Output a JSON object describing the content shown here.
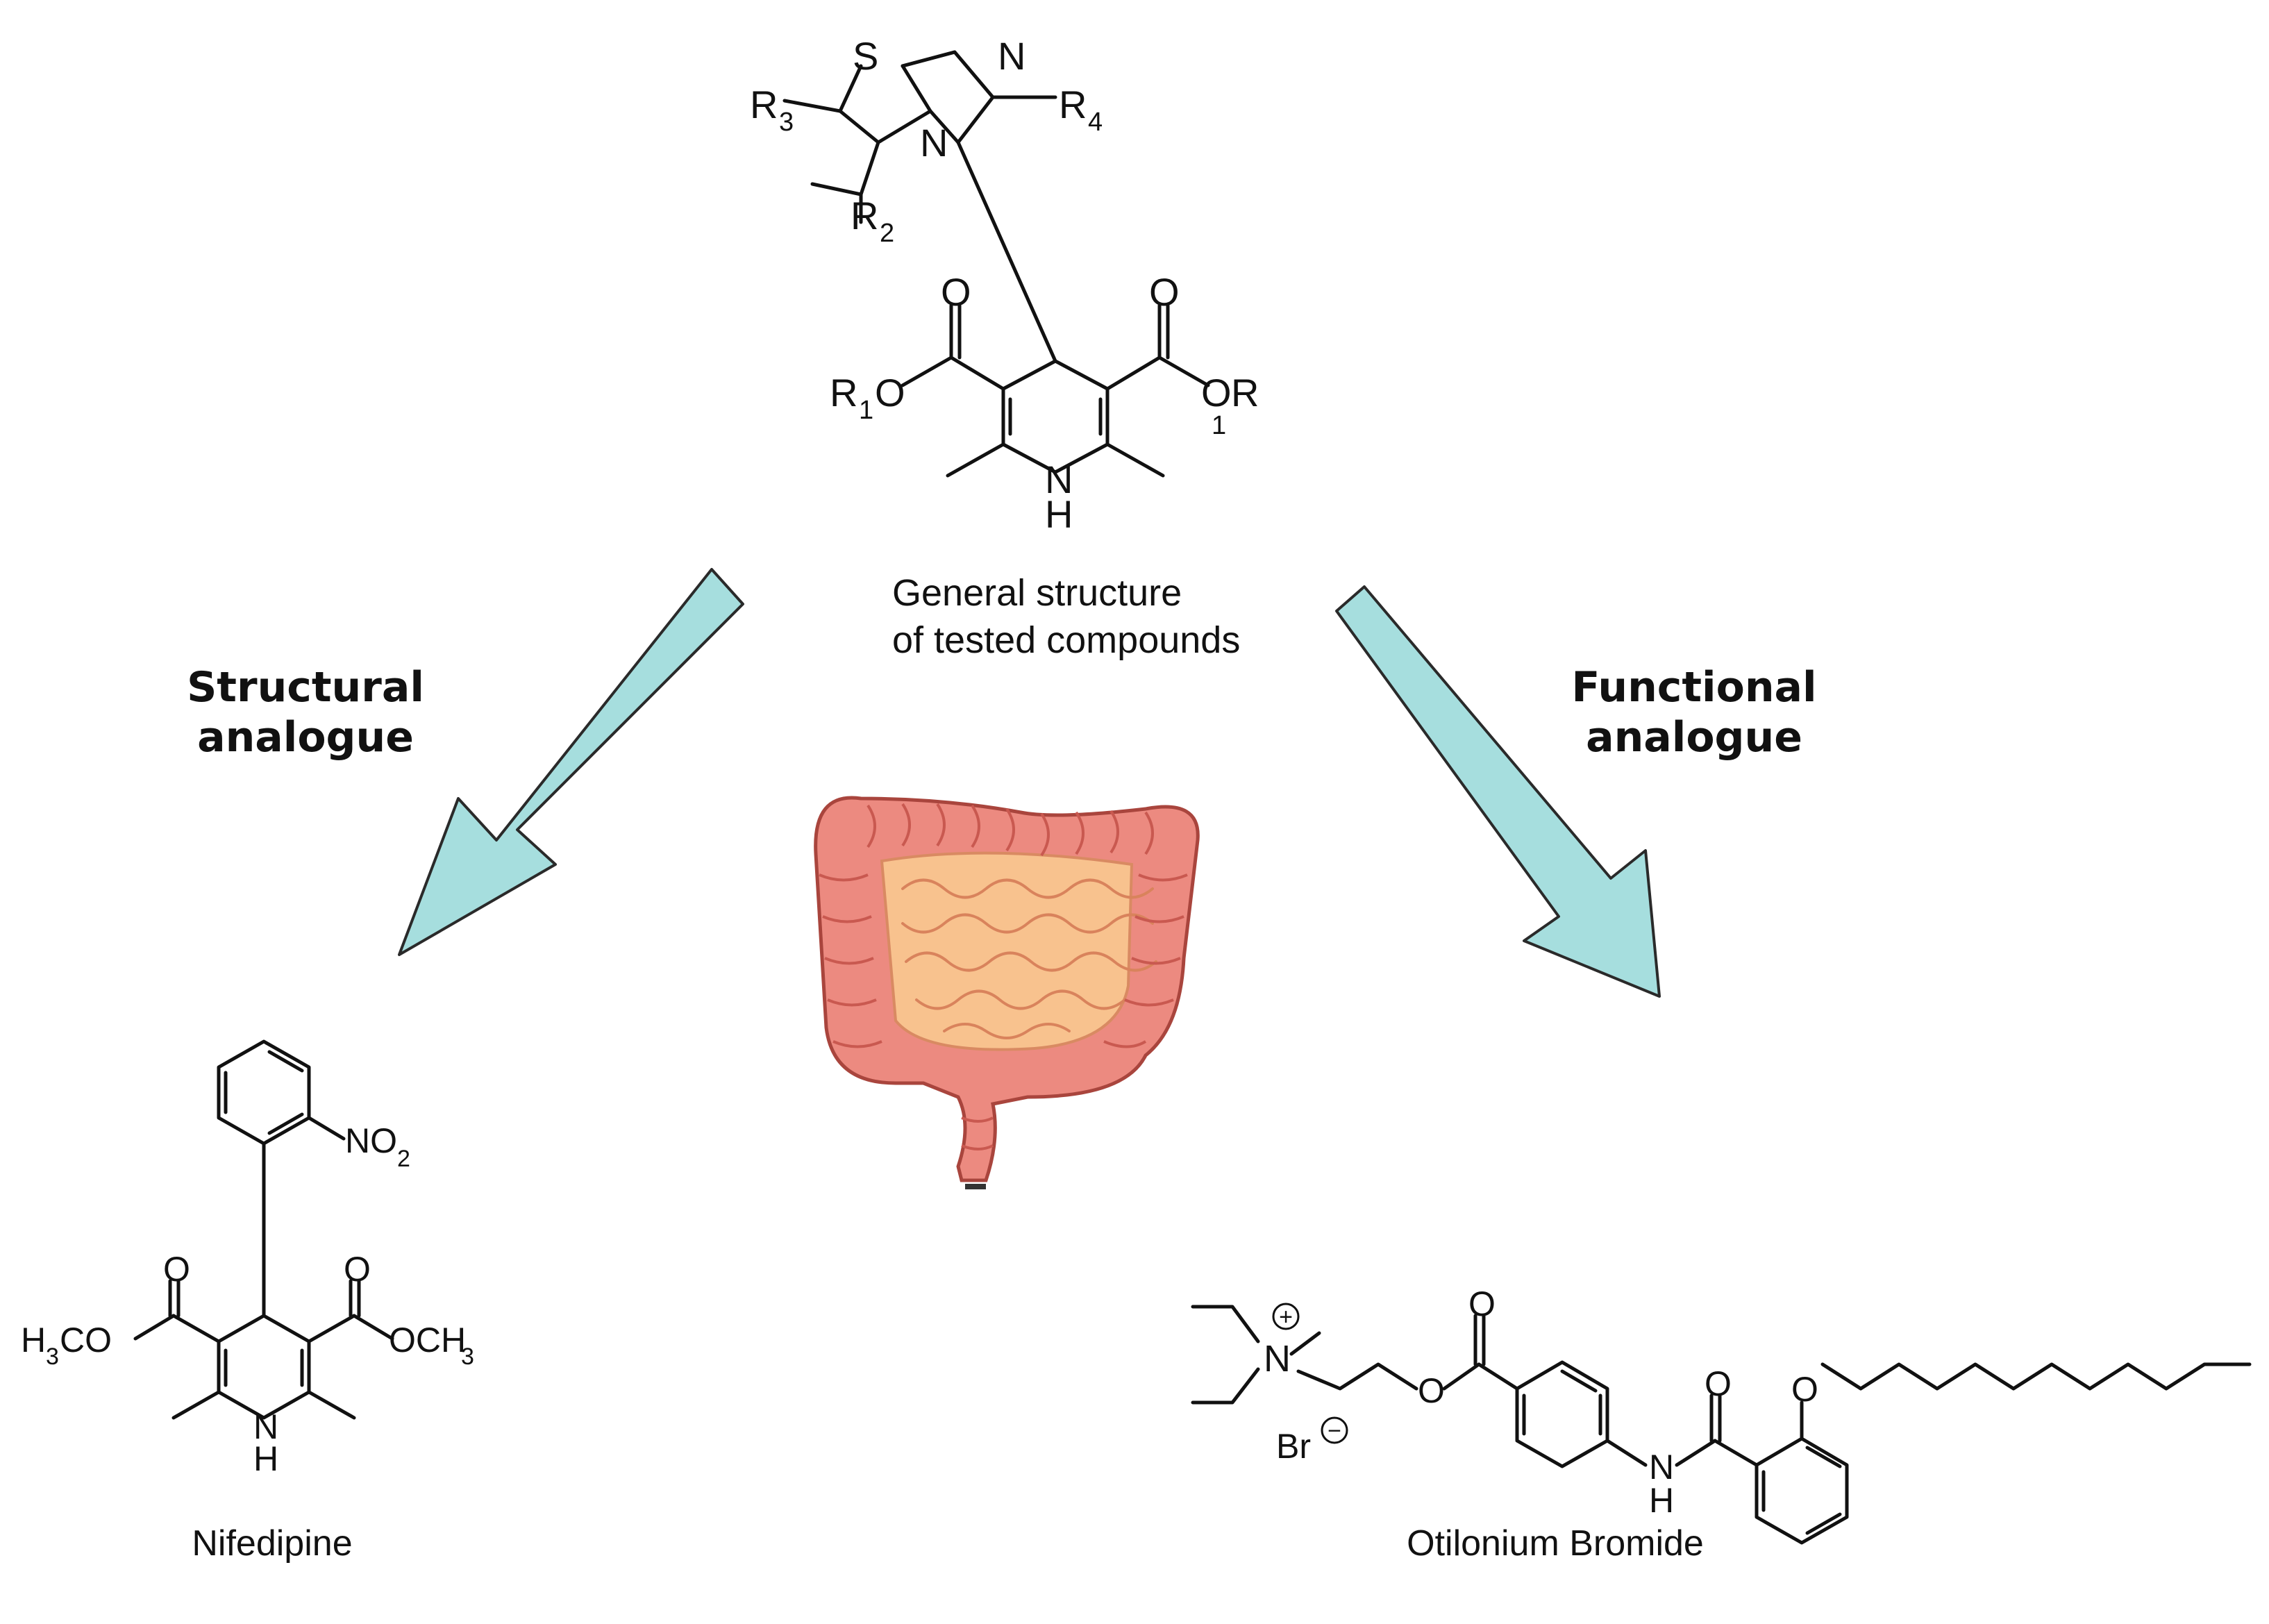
{
  "central": {
    "caption_line1": "General structure",
    "caption_line2": "of tested compounds",
    "atoms": {
      "S": "S",
      "N_top": "N",
      "N_bridge": "N",
      "O": "O",
      "R": "R",
      "H": "H",
      "N_ring": "N",
      "sub_1": "1",
      "sub_2": "2",
      "sub_3": "3",
      "sub_4": "4"
    }
  },
  "left": {
    "heading_line1": "Structural",
    "heading_line2": "analogue",
    "compound_name": "Nifedipine",
    "atoms": {
      "NO": "NO",
      "sub_2": "2",
      "H3CO": "H",
      "CO": "CO",
      "OCH": "OCH",
      "sub_3": "3",
      "O": "O",
      "N": "N",
      "H": "H"
    }
  },
  "right": {
    "heading_line1": "Functional",
    "heading_line2": "analogue",
    "compound_name": "Otilonium Bromide",
    "atoms": {
      "N": "N",
      "Br": "Br",
      "O": "O",
      "H": "H",
      "plus": "+",
      "minus": "−"
    }
  },
  "colors": {
    "arrow_fill": "#a6dede",
    "arrow_stroke": "#2a2a2a",
    "intestine_outer": "#ec8a80",
    "intestine_dark": "#c95950",
    "intestine_inner": "#f8c28e"
  },
  "icons": {
    "intestine": "intestine-illustration"
  }
}
